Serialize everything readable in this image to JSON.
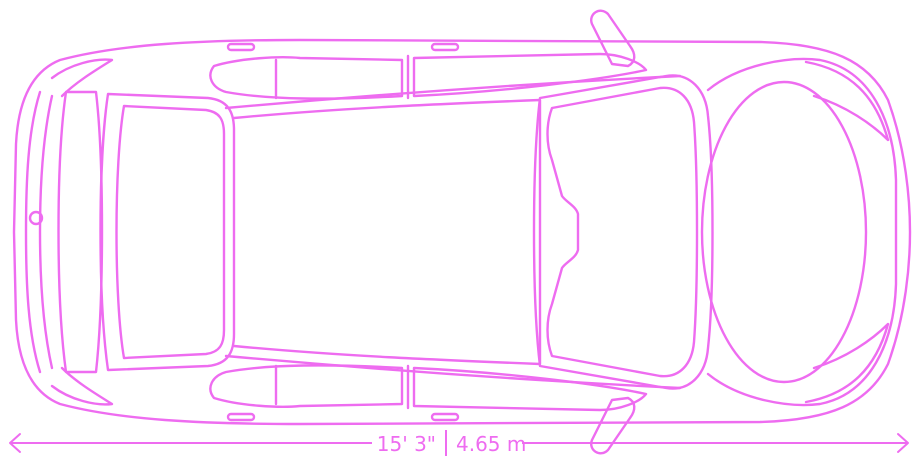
{
  "drawing": {
    "subject": "car-top-view",
    "line_color": "#ee6cf0"
  },
  "dimension": {
    "imperial": "15' 3\"",
    "metric": "4.65 m"
  }
}
